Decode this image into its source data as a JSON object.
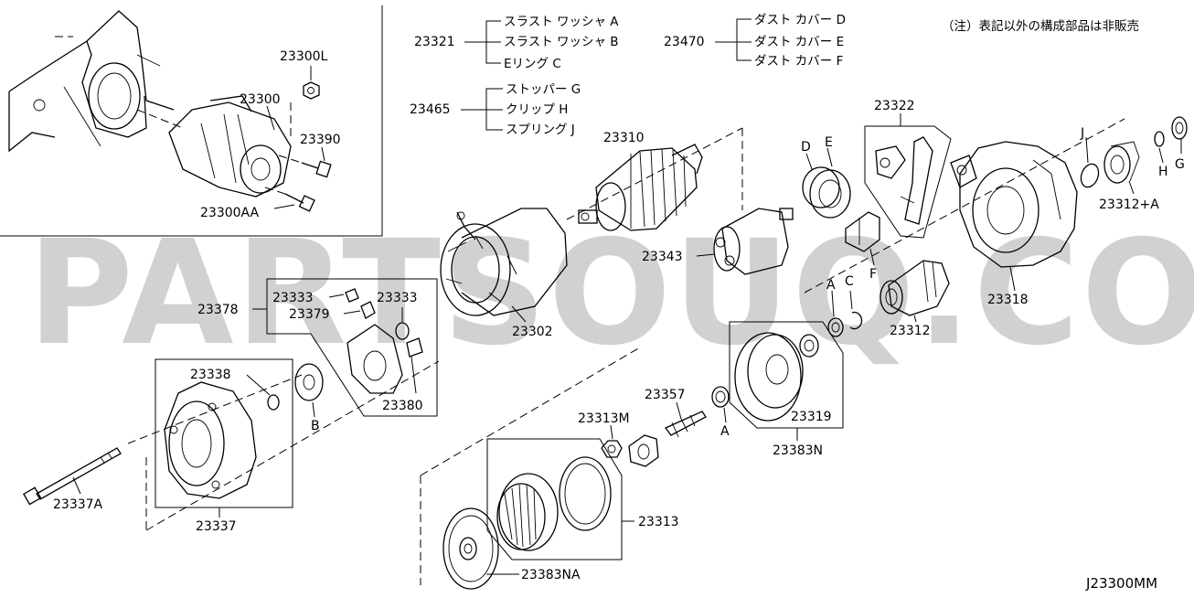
{
  "diagram": {
    "note": "（注）表記以外の構成部品は非販売",
    "drawing_code": "J23300MM",
    "watermark": "PARTSOUQ.COM",
    "groups": {
      "g23321": {
        "code": "23321",
        "items": [
          "スラスト ワッシャ A",
          "スラスト ワッシャ B",
          "Eリング  C"
        ]
      },
      "g23470": {
        "code": "23470",
        "items": [
          "ダスト カバー D",
          "ダスト カバー E",
          "ダスト カバー F"
        ]
      },
      "g23465": {
        "code": "23465",
        "items": [
          "ストッパー G",
          "クリップ  H",
          "スプリング J"
        ]
      }
    },
    "callouts": {
      "c23300L": "23300L",
      "c23300": "23300",
      "c23390": "23390",
      "c23300AA": "23300AA",
      "c23310": "23310",
      "c23322": "23322",
      "c23312A": "23312+A",
      "c23343": "23343",
      "c23302": "23302",
      "c23378": "23378",
      "c23333a": "23333",
      "c23333b": "23333",
      "c23379": "23379",
      "c23380": "23380",
      "c23318": "23318",
      "c23312": "23312",
      "c23338": "23338",
      "c23357": "23357",
      "c23313M": "23313M",
      "c23319": "23319",
      "c23383N": "23383N",
      "c23337A": "23337A",
      "c23337": "23337",
      "c23313": "23313",
      "c23383NA": "23383NA"
    },
    "letters": {
      "lD": "D",
      "lE": "E",
      "lF": "F",
      "lJ": "J",
      "lH": "H",
      "lG": "G",
      "lA1": "A",
      "lC": "C",
      "lA2": "A",
      "lB": "B"
    }
  }
}
